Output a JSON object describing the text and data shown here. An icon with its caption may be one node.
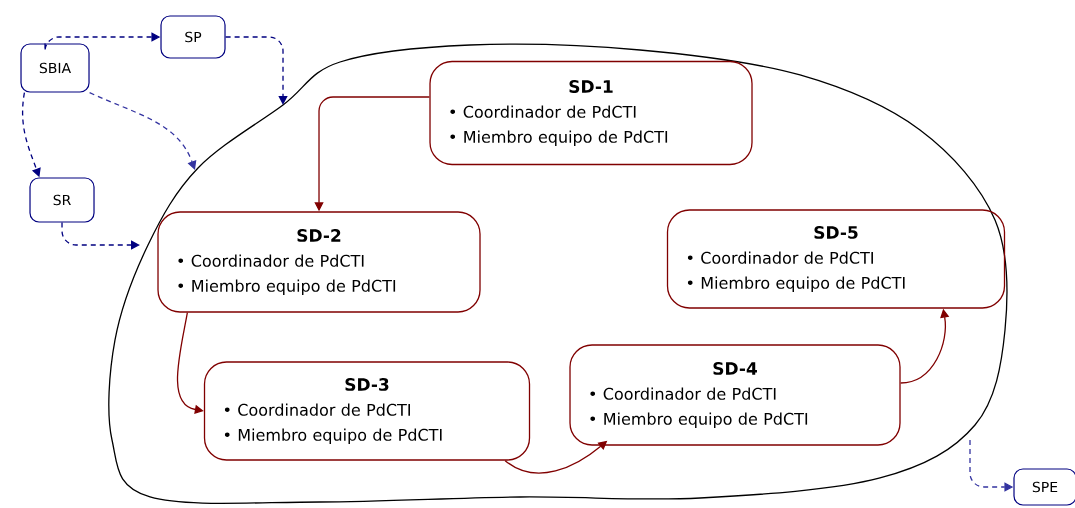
{
  "diagram": {
    "nodes": [
      {
        "text": [],
        "shape": "cloud"
      },
      {
        "text": [
          "SBIA"
        ]
      },
      {
        "text": [
          "SP"
        ]
      },
      {
        "text": [
          "SR"
        ]
      },
      {
        "text": [
          "SPE"
        ]
      },
      {
        "text": [
          "SD-1",
          "• Coordinador de PdCTI",
          "• Miembro equipo de PdCTI"
        ],
        "in": 0
      },
      {
        "text": [
          "SD-2",
          "• Coordinador de PdCTI",
          "• Miembro equipo de PdCTI"
        ],
        "in": 0
      },
      {
        "text": [
          "SD-3",
          "• Coordinador de PdCTI",
          "• Miembro equipo de PdCTI"
        ],
        "in": 0
      },
      {
        "text": [
          "SD-4",
          "• Coordinador de PdCTI",
          "• Miembro equipo de PdCTI"
        ],
        "in": 0
      },
      {
        "text": [
          "SD-5",
          "• Coordinador de PdCTI",
          "• Miembro equipo de PdCTI"
        ],
        "in": 0
      }
    ],
    "edges": [
      {
        "from": 1,
        "to": 2,
        "arrow": "to",
        "style": "dashed",
        "color": "#000080"
      },
      {
        "from": 2,
        "to": 0,
        "arrow": "to",
        "style": "dashed",
        "color": "#000080"
      },
      {
        "from": 1,
        "to": 3,
        "arrow": "to",
        "style": "dashed",
        "color": "#000080"
      },
      {
        "from": 1,
        "to": 0,
        "arrow": "to",
        "style": "dashed",
        "color": "#3333a0"
      },
      {
        "from": 3,
        "to": 0,
        "arrow": "to",
        "style": "dashed",
        "color": "#000080"
      },
      {
        "from": 0,
        "to": 4,
        "arrow": "to",
        "style": "dashed",
        "color": "#3333a0"
      },
      {
        "from": 5,
        "to": 6,
        "arrow": "to",
        "color": "#800000"
      },
      {
        "from": 6,
        "to": 7,
        "arrow": "to",
        "color": "#800000"
      },
      {
        "from": 7,
        "to": 8,
        "arrow": "to",
        "color": "#800000"
      },
      {
        "from": 8,
        "to": 9,
        "arrow": "to",
        "color": "#800000"
      }
    ]
  }
}
